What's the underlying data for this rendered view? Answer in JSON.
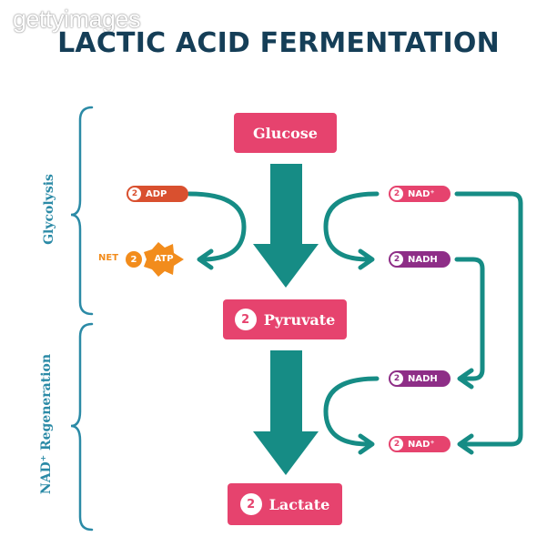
{
  "watermark": "gettyimages",
  "title": "LACTIC ACID FERMENTATION",
  "sections": {
    "glycolysis": "Glycolysis",
    "regeneration": "NAD⁺ Regeneration"
  },
  "molecules": {
    "glucose": "Glucose",
    "pyruvate": {
      "count": "2",
      "label": "Pyruvate"
    },
    "lactate": {
      "count": "2",
      "label": "Lactate"
    }
  },
  "cofactors": {
    "adp": {
      "count": "2",
      "label": "ADP"
    },
    "atp": {
      "prefix": "NET",
      "count": "2",
      "label": "ATP"
    },
    "nad_in": {
      "count": "2",
      "label": "NAD⁺"
    },
    "nadh_out": {
      "count": "2",
      "label": "NADH"
    },
    "nadh_in": {
      "count": "2",
      "label": "NADH"
    },
    "nad_out": {
      "count": "2",
      "label": "NAD⁺"
    }
  },
  "colors": {
    "title": "#153e57",
    "molecule": "#e6436e",
    "adp": "#d9502f",
    "atp": "#f28c1c",
    "nad": "#e6436e",
    "nadh": "#8e2e87",
    "arrow": "#168c85",
    "bracket": "#2b8aa6"
  }
}
